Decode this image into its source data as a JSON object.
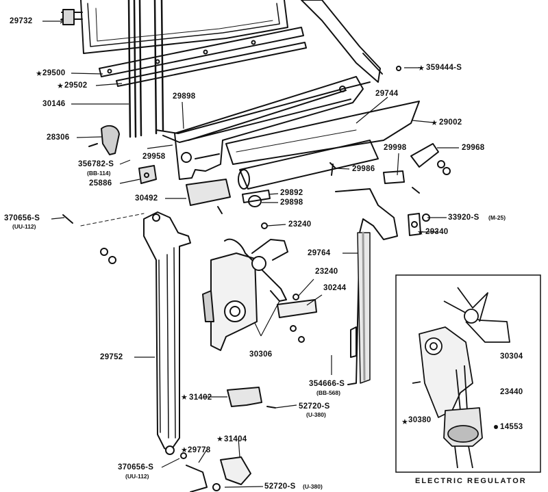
{
  "labels": {
    "p29732": "29732",
    "p29500": "29500",
    "p29502": "29502",
    "p30146": "30146",
    "p28306": "28306",
    "p356782": "356782-S",
    "p356782_sub": "(BB-114)",
    "p25886": "25886",
    "p30492": "30492",
    "p370656a": "370656-S",
    "p370656a_sub": "(UU-112)",
    "p29898a": "29898",
    "p29958": "29958",
    "p29892": "29892",
    "p29898b": "29898",
    "p359444": "359444-S",
    "p29744": "29744",
    "p29002": "29002",
    "p29998": "29998",
    "p29968": "29968",
    "p29986": "29986",
    "p33920": "33920-S",
    "p33920_sub": "(M-25)",
    "p29340": "29340",
    "p23240a": "23240",
    "p29764": "29764",
    "p23240b": "23240",
    "p30244": "30244",
    "p30306": "30306",
    "p354666": "354666-S",
    "p354666_sub": "(BB-568)",
    "p29752": "29752",
    "p31402": "31402",
    "p52720a": "52720-S",
    "p52720a_sub": "(U-380)",
    "p29778": "29778",
    "p31404": "31404",
    "p370656b": "370656-S",
    "p370656b_sub": "(UU-112)",
    "p52720b": "52720-S",
    "p52720b_sub": "(U-380)",
    "p30304": "30304",
    "p23440": "23440",
    "p30380": "30380",
    "p14553": "14553"
  },
  "inset": {
    "caption": "ELECTRIC REGULATOR"
  },
  "colors": {
    "ink": "#111111",
    "paper": "#ffffff",
    "shade": "#9a9a9a"
  }
}
